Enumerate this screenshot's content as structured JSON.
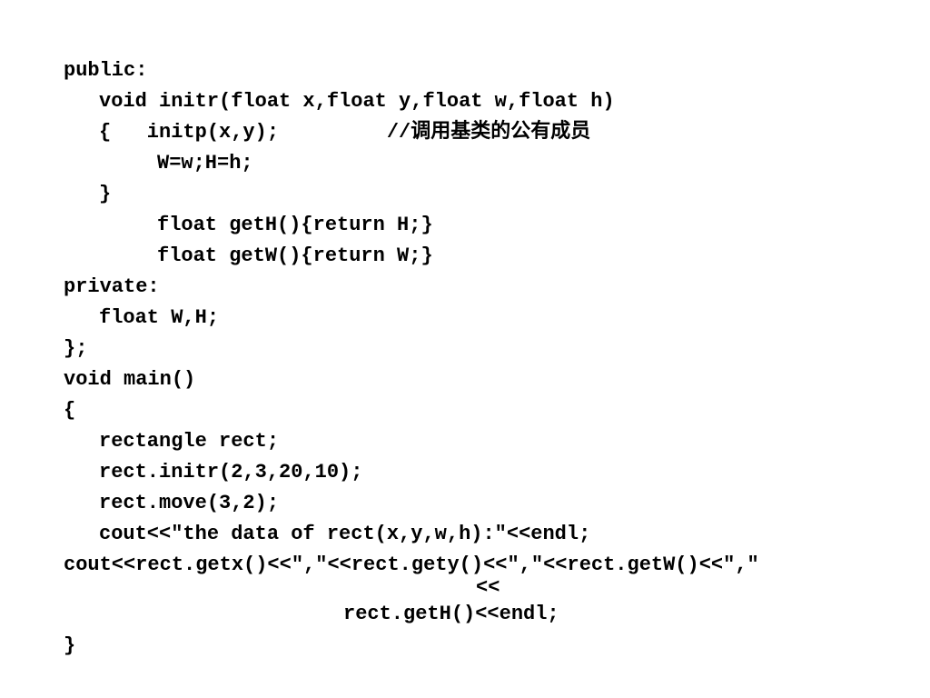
{
  "slide": {
    "lines": [
      "public:",
      "void initr(float x,float y,float w,float h)",
      "{   initp(x,y);         //调用基类的公有成员",
      "W=w;H=h;",
      "}",
      "float getH(){return H;}",
      "float getW(){return W;}",
      "private:",
      "float W,H;",
      "};",
      "void main()",
      "{",
      "rectangle rect;",
      "rect.initr(2,3,20,10);",
      "rect.move(3,2);",
      "cout<<\"the data of rect(x,y,w,h):\"<<endl;",
      "cout<<rect.getx()<<\",\"<<rect.gety()<<\",\"<<rect.getW()<<\",\"",
      "<<",
      "rect.getH()<<endl;",
      "}"
    ]
  }
}
